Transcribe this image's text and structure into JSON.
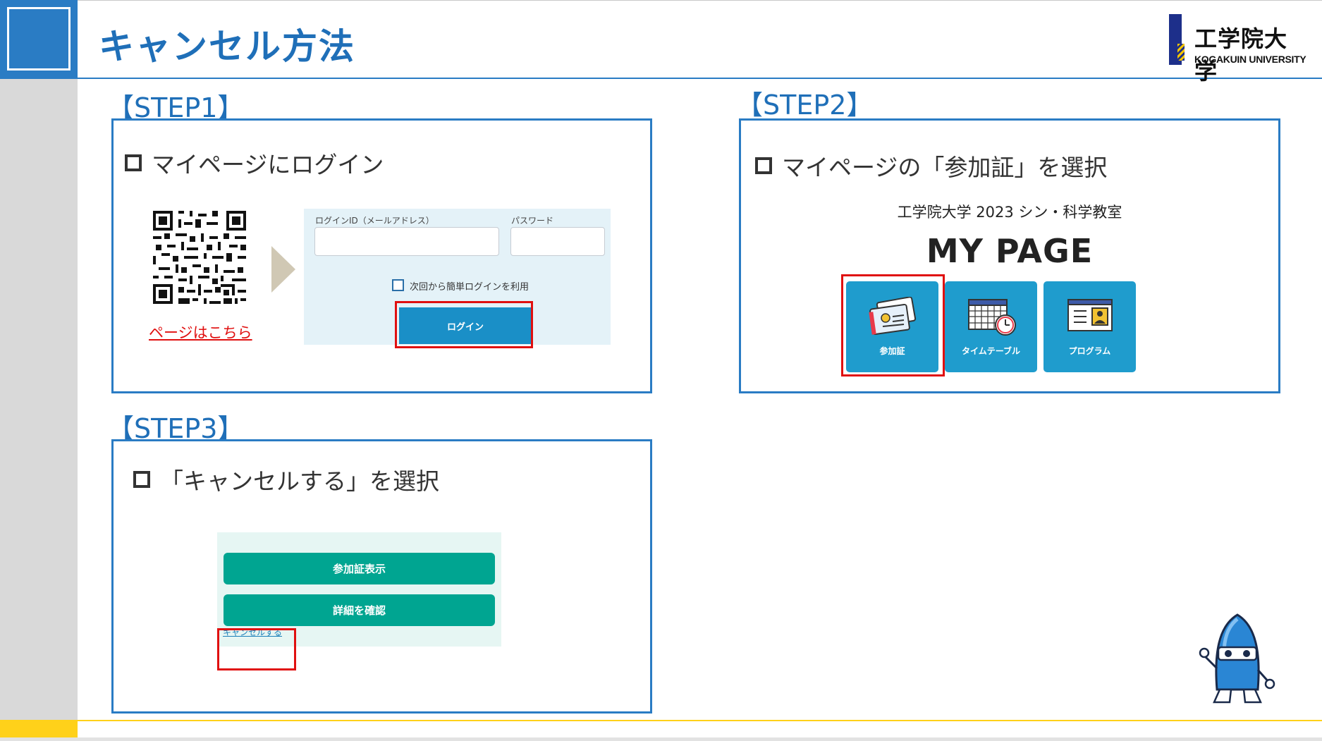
{
  "header": {
    "title": "キャンセル方法",
    "logo_jp": "工学院大学",
    "logo_en": "KOGAKUIN UNIVERSITY"
  },
  "colors": {
    "accent_blue": "#2a7cc4",
    "title_blue": "#1f6fb8",
    "highlight_red": "#e01010",
    "tile_blue": "#1f9ccd",
    "teal_button": "#00a591",
    "footer_yellow": "#ffd11a"
  },
  "step1": {
    "label": "【STEP1】",
    "heading": "マイページにログイン",
    "qr_link": "ページはこちら",
    "login_id_label": "ログインID（メールアドレス）",
    "password_label": "パスワード",
    "remember_label": "次回から簡単ログインを利用",
    "login_button": "ログイン"
  },
  "step2": {
    "label": "【STEP2】",
    "heading": "マイページの「参加証」を選択",
    "event_title": "工学院大学 2023 シン・科学教室",
    "mypage_title": "MY PAGE",
    "tiles": [
      {
        "label": "参加証",
        "icon": "ticket-icon"
      },
      {
        "label": "タイムテーブル",
        "icon": "timetable-icon"
      },
      {
        "label": "プログラム",
        "icon": "program-icon"
      }
    ]
  },
  "step3": {
    "label": "【STEP3】",
    "heading": "「キャンセルする」を選択",
    "buttons": [
      "参加証表示",
      "詳細を確認"
    ],
    "cancel_link": "キャンセルする"
  }
}
